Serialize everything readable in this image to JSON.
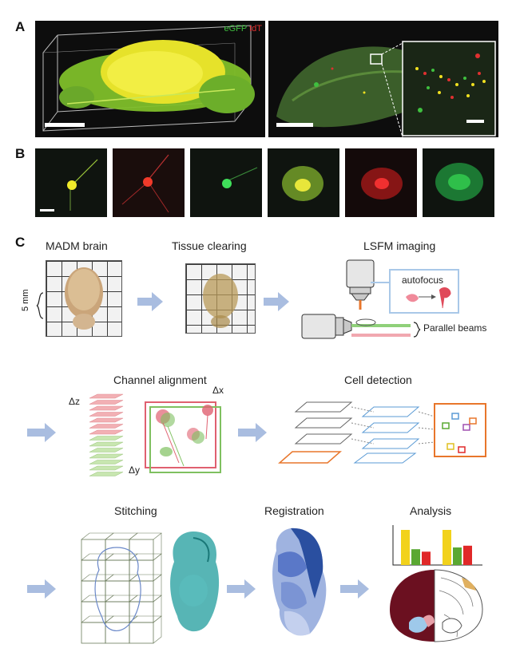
{
  "panels": {
    "a": "A",
    "b": "B",
    "c": "C"
  },
  "panelA": {
    "legend_egfp": "eGFP",
    "legend_tdt": "tdT"
  },
  "steps": {
    "madm_brain": "MADM brain",
    "tissue_clearing": "Tissue clearing",
    "lsfm_imaging": "LSFM imaging",
    "channel_alignment": "Channel alignment",
    "cell_detection": "Cell detection",
    "stitching": "Stitching",
    "registration": "Registration",
    "analysis": "Analysis"
  },
  "annotations": {
    "scale_5mm": "5 mm",
    "autofocus": "autofocus",
    "parallel_beams": "Parallel beams",
    "delta_z": "Δz",
    "delta_x": "Δx",
    "delta_y": "Δy"
  },
  "colors": {
    "green": "#3fbf3f",
    "red": "#e03030",
    "yellow": "#f0e020",
    "arrow": "#a9bde0",
    "blue_box": "#5b9bd5",
    "orange_box": "#e8762b"
  },
  "analysis_chart": {
    "group1": [
      1.0,
      0.45,
      0.38
    ],
    "group2": [
      1.0,
      0.5,
      0.55
    ],
    "bar_colors": [
      "#f2d21b",
      "#5aa832",
      "#e02828"
    ]
  }
}
